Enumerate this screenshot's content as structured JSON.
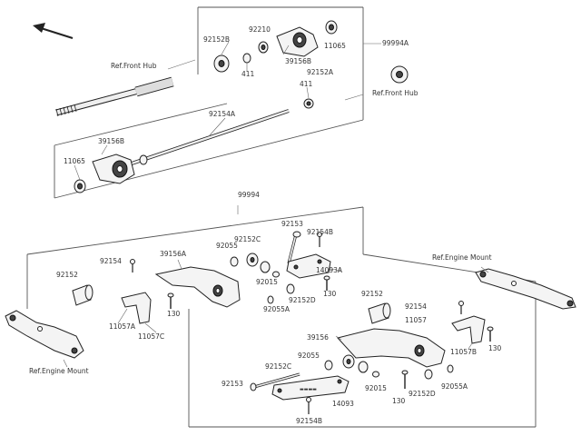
{
  "labels": {
    "l_99994a": "99994A",
    "l_92152b": "92152B",
    "l_92210": "92210",
    "l_11065_top": "11065",
    "l_39156b_top": "39156B",
    "l_92152a": "92152A",
    "l_411_a": "411",
    "l_411_b": "411",
    "l_ref_front_hub_left": "Ref.Front Hub",
    "l_ref_front_hub_right": "Ref.Front Hub",
    "l_92154a": "92154A",
    "l_39156b_left": "39156B",
    "l_11065_left": "11065",
    "l_99994": "99994",
    "l_92153_top": "92153",
    "l_92152c_top": "92152C",
    "l_92154b_top": "92154B",
    "l_92055_top": "92055",
    "l_39156a": "39156A",
    "l_92154_left": "92154",
    "l_92152_left": "92152",
    "l_14093a": "14093A",
    "l_92015_top": "92015",
    "l_130_a": "130",
    "l_92152d_top": "92152D",
    "l_92055a_top": "92055A",
    "l_130_b": "130",
    "l_11057a": "11057A",
    "l_11057c": "11057C",
    "l_ref_engine_mount_left": "Ref.Engine Mount",
    "l_ref_engine_mount_right": "Ref.Engine Mount",
    "l_92154_right": "92154",
    "l_92152_right": "92152",
    "l_11057": "11057",
    "l_11057b": "11057B",
    "l_130_c": "130",
    "l_39156": "39156",
    "l_92055_bot": "92055",
    "l_92152c_bot": "92152C",
    "l_92153_bot": "92153",
    "l_92015_bot": "92015",
    "l_92055a_bot": "92055A",
    "l_92152d_bot": "92152D",
    "l_130_d": "130",
    "l_14093": "14093",
    "l_92154b_bot": "92154B"
  },
  "icons": {
    "direction": "direction-arrow-icon"
  }
}
